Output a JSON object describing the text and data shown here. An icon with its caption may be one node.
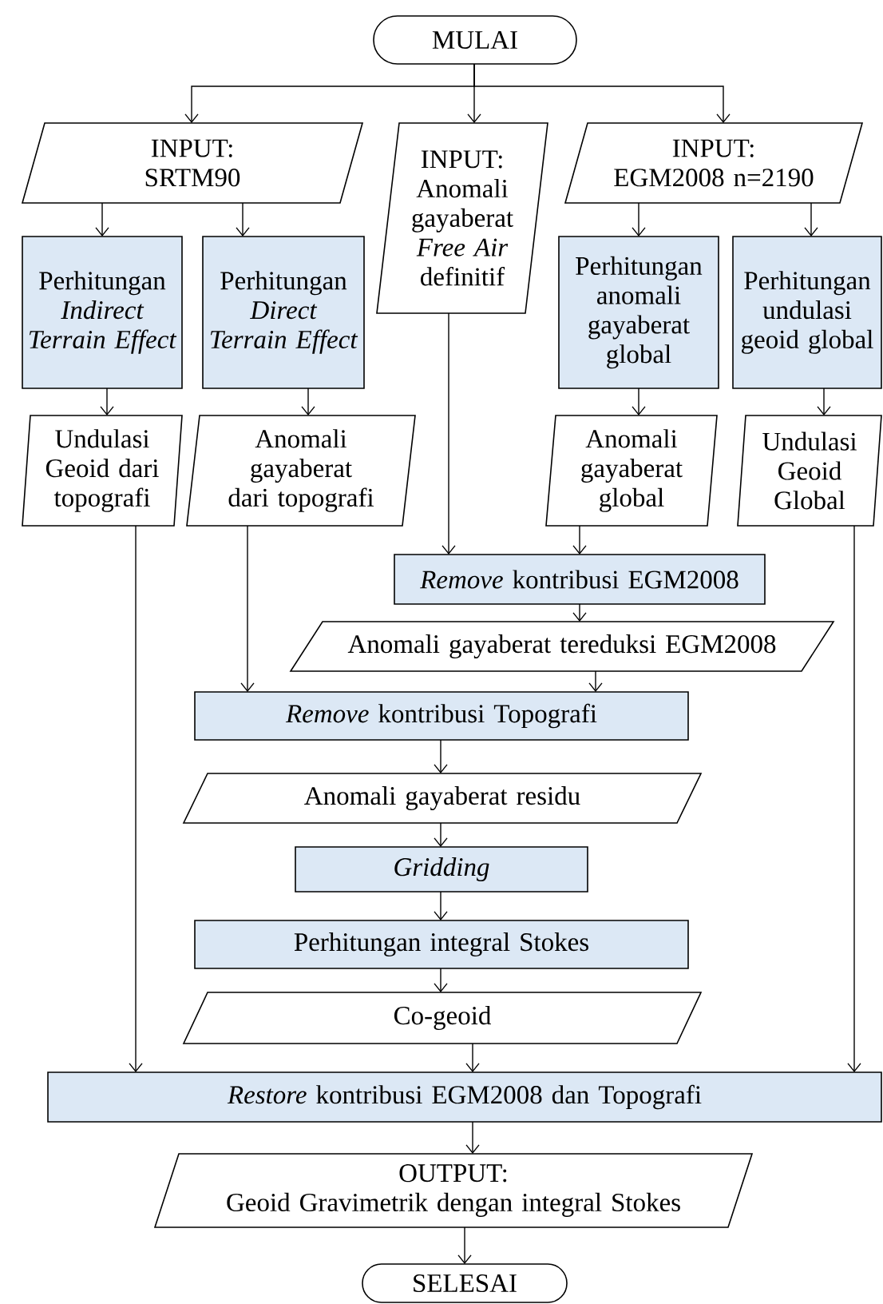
{
  "diagram": {
    "nodes": [
      {
        "text": [
          "MULAI"
        ]
      },
      {
        "text": [
          "INPUT:",
          "SRTM90"
        ]
      },
      {
        "text": [
          "INPUT:",
          "Anomali gayaberat *Free Air* definitif"
        ]
      },
      {
        "text": [
          "INPUT:",
          "EGM2008 n=2190"
        ]
      },
      {
        "text": [
          "Perhitungan *Indirect Terrain Effect*"
        ]
      },
      {
        "text": [
          "Perhitungan *Direct Terrain Effect*"
        ]
      },
      {
        "text": [
          "Perhitungan anomali gayaberat global"
        ]
      },
      {
        "text": [
          "Perhitungan undulasi geoid global"
        ]
      },
      {
        "text": [
          "Undulasi Geoid dari topografi"
        ]
      },
      {
        "text": [
          "Anomali gayaberat dari topografi"
        ]
      },
      {
        "text": [
          "Anomali gayaberat global"
        ]
      },
      {
        "text": [
          "Undulasi Geoid Global"
        ]
      },
      {
        "text": [
          "*Remove*  kontribusi EGM2008"
        ]
      },
      {
        "text": [
          "Anomali gayaberat tereduksi EGM2008"
        ]
      },
      {
        "text": [
          "*Remove* kontribusi Topografi"
        ]
      },
      {
        "text": [
          "Anomali gayaberat residu"
        ]
      },
      {
        "text": [
          "Gridding"
        ]
      },
      {
        "text": [
          "Perhitungan integral Stokes"
        ]
      },
      {
        "text": [
          "Co-geoid"
        ]
      },
      {
        "text": [
          "*Restore* kontribusi EGM2008 dan Topografi"
        ]
      },
      {
        "text": [
          "OUTPUT:",
          "Geoid Gravimetrik dengan integral Stokes"
        ]
      },
      {
        "text": [
          "SELESAI"
        ]
      }
    ],
    "edges": [
      {
        "from": 0,
        "to": 1,
        "arrow": "to"
      },
      {
        "from": 0,
        "to": 2,
        "arrow": "to"
      },
      {
        "from": 0,
        "to": 3,
        "arrow": "to"
      },
      {
        "from": 1,
        "to": 4,
        "arrow": "to"
      },
      {
        "from": 1,
        "to": 5,
        "arrow": "to"
      },
      {
        "from": 3,
        "to": 6,
        "arrow": "to"
      },
      {
        "from": 3,
        "to": 7,
        "arrow": "to"
      },
      {
        "from": 4,
        "to": 8,
        "arrow": "to"
      },
      {
        "from": 5,
        "to": 9,
        "arrow": "to"
      },
      {
        "from": 6,
        "to": 10,
        "arrow": "to"
      },
      {
        "from": 7,
        "to": 11,
        "arrow": "to"
      },
      {
        "from": 2,
        "to": 12,
        "arrow": "to"
      },
      {
        "from": 10,
        "to": 12,
        "arrow": "to"
      },
      {
        "from": 12,
        "to": 13,
        "arrow": "to"
      },
      {
        "from": 9,
        "to": 14,
        "arrow": "to"
      },
      {
        "from": 13,
        "to": 14,
        "arrow": "to"
      },
      {
        "from": 14,
        "to": 15,
        "arrow": "to"
      },
      {
        "from": 15,
        "to": 16,
        "arrow": "to"
      },
      {
        "from": 16,
        "to": 17,
        "arrow": "to"
      },
      {
        "from": 17,
        "to": 18,
        "arrow": "to"
      },
      {
        "from": 8,
        "to": 19,
        "arrow": "to"
      },
      {
        "from": 18,
        "to": 19,
        "arrow": "to"
      },
      {
        "from": 11,
        "to": 19,
        "arrow": "to"
      },
      {
        "from": 19,
        "to": 20,
        "arrow": "to"
      },
      {
        "from": 20,
        "to": 21,
        "arrow": "to"
      }
    ]
  }
}
